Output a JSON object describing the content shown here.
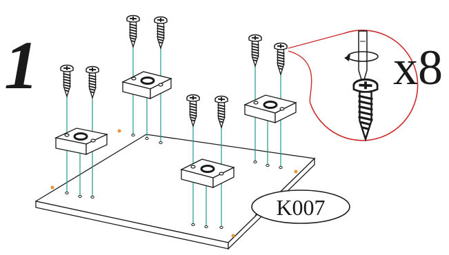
{
  "step": {
    "number": "1"
  },
  "callout": {
    "quantity": "x8"
  },
  "part": {
    "label": "K007"
  },
  "colors": {
    "ink": "#1a1a1a",
    "guide_line": "#1a9a8a",
    "callout_circle": "#cc2a2a",
    "pilot_dot": "#e8943a"
  },
  "icons": {
    "screw": "wood-screw-icon",
    "screwdriver": "screwdriver-rotate-icon"
  }
}
